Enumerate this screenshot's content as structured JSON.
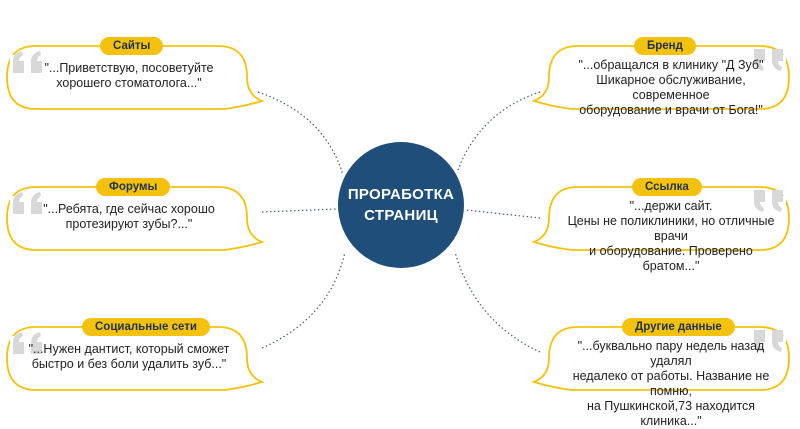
{
  "center": {
    "line1": "ПРОРАБОТКА",
    "line2": "СТРАНИЦ"
  },
  "colors": {
    "accent": "#f4c20d",
    "center_fill": "#1e4e79",
    "connector": "#4a5f7a",
    "quote_mark": "#d8d8d8"
  },
  "left_nodes": [
    {
      "label": "Сайты",
      "quote": "\"...Приветствую, посоветуйте\nхорошего стоматолога...\""
    },
    {
      "label": "Форумы",
      "quote": "\"...Ребята, где сейчас хорошо\nпротезируют зубы?...\""
    },
    {
      "label": "Социальные сети",
      "quote": "\"...Нужен дантист, который сможет\nбыстро и без боли удалить зуб...\""
    }
  ],
  "right_nodes": [
    {
      "label": "Бренд",
      "quote": "\"...обращался в клинику \"Д    Зуб\"\nШикарное обслуживание, современное\nоборудование и врачи от Бога!\""
    },
    {
      "label": "Ссылка",
      "quote": "\"...держи сайт.\nЦены не поликлиники, но отличные врачи\nи оборудование. Проверено братом...\""
    },
    {
      "label": "Другие данные",
      "quote": "\"...буквально пару недель назад удалял\nнедалеко от работы. Название не помню,\nна Пушкинской,73 находится клиника...\""
    }
  ]
}
